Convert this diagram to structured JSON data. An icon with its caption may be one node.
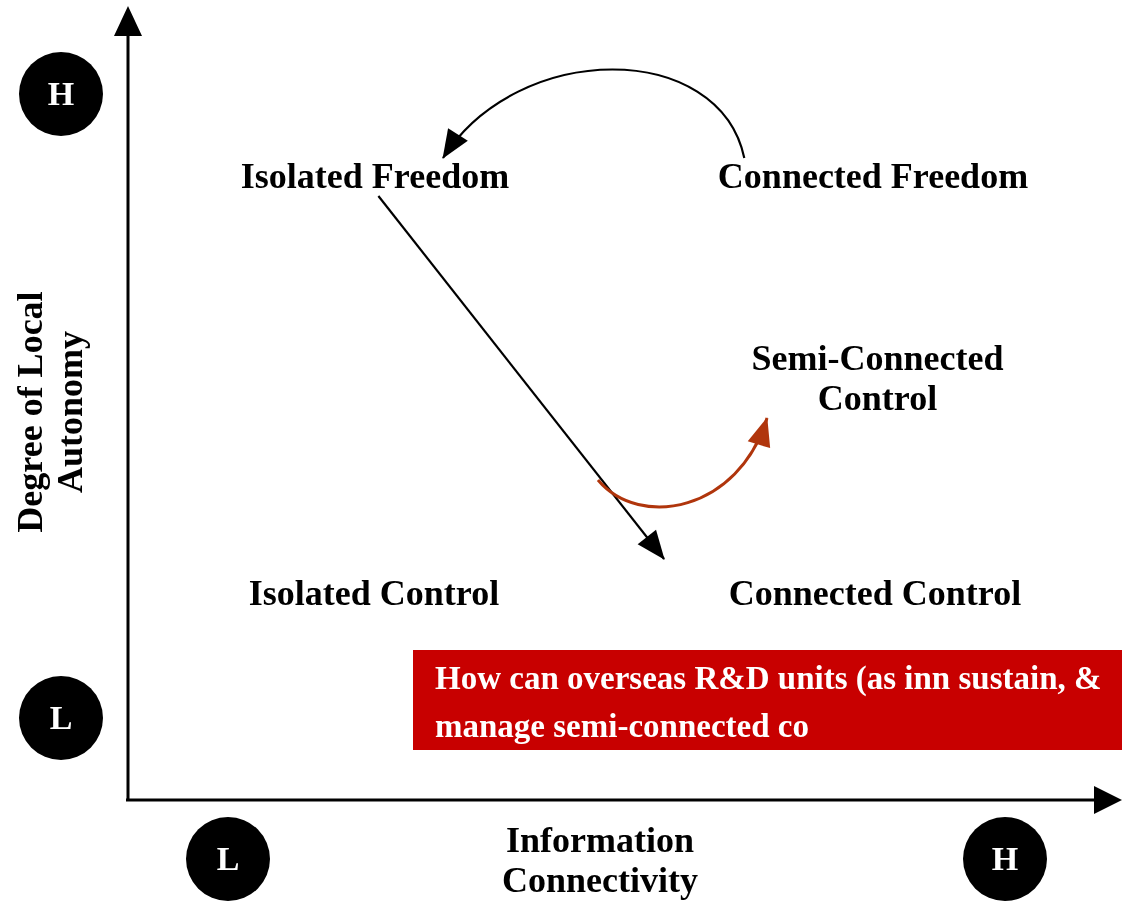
{
  "diagram": {
    "nodes": [
      {
        "text": [
          "H"
        ]
      },
      {
        "text": [
          "Isolated Freedom"
        ]
      },
      {
        "text": [
          "Connected Freedom"
        ]
      },
      {
        "text": [
          "Semi-Connected Control"
        ]
      },
      {
        "text": [
          "Isolated Control"
        ]
      },
      {
        "text": [
          "Connected Control"
        ]
      },
      {
        "text": [
          "L"
        ]
      },
      {
        "text": [
          "How can overseas R&D units (as inn sustain, & manage semi-connected co"
        ]
      },
      {
        "text": [
          "L"
        ]
      },
      {
        "text": [
          "H"
        ]
      }
    ],
    "edges": [
      {
        "from": 2,
        "to": 1,
        "arrow": "to"
      },
      {
        "from": 1,
        "to": 5,
        "arrow": "to"
      },
      {
        "from": null,
        "to": 3,
        "arrow": "to",
        "color": "#b0350c"
      }
    ],
    "labels": [
      "Degree of Local Autonomy",
      "Information Connectivity"
    ]
  }
}
